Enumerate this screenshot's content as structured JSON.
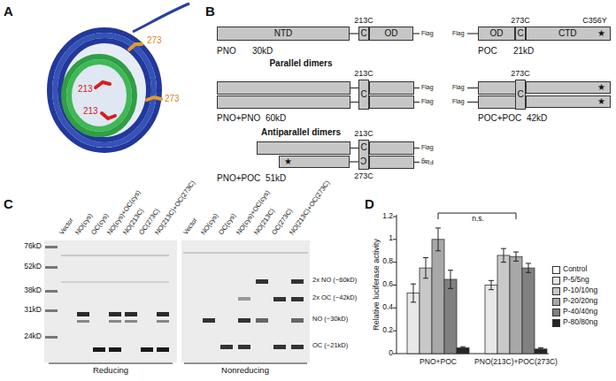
{
  "diagram": {
    "nodes": [
      {
        "text": [
          "NTD"
        ]
      },
      {
        "text": [
          "C"
        ]
      },
      {
        "text": [
          "OD"
        ]
      },
      {
        "text": [
          "OD"
        ]
      },
      {
        "text": [
          "C"
        ]
      },
      {
        "text": [
          "CTD",
          "★"
        ]
      },
      {
        "text": [
          "C"
        ]
      },
      {
        "text": [
          "C"
        ]
      },
      {
        "text": [
          "★"
        ]
      },
      {
        "text": [
          "★"
        ]
      },
      {
        "text": [
          "C",
          "C"
        ]
      },
      {
        "text": [
          "★"
        ]
      }
    ],
    "edges": [
      {
        "from": 0,
        "to": 1,
        "arrow": "none"
      },
      {
        "from": 11,
        "to": 10,
        "arrow": "none"
      }
    ],
    "labels": [
      "A",
      "213",
      "213",
      "273",
      "273",
      "B",
      "213C",
      "Flag",
      "PNO",
      "30kD",
      "Flag",
      "273C",
      "C356Y",
      "POC",
      "21kD",
      "Parallel dimers",
      "213C",
      "Flag",
      "Flag",
      "PNO+PNO",
      "60kD",
      "Flag",
      "Flag",
      "273C",
      "POC+POC",
      "42kD",
      "Antiparallel dimers",
      "213C",
      "Flag",
      "273C",
      "Flag",
      "PNO+POC",
      "51kD",
      "C",
      "76kD",
      "52kD",
      "38kD",
      "31kD",
      "24kD",
      "Vector",
      "NO(cys)",
      "OC(cys)",
      "NO(cys)+OC(cys)",
      "NO(213C)",
      "OC(273C)",
      "NO(213C)+OC(273C)",
      "Vector",
      "NO(cys)",
      "OC(cys)",
      "NO(cys)+OC(cys)",
      "NO(213C)",
      "OC(273C)",
      "NO(213C)+OC(273C)",
      "2x NO (~60kD)",
      "2x OC (~42kD)",
      "NO (~30kD)",
      "OC (~21kD)",
      "Reducing",
      "Nonreducing",
      "D",
      "1.2",
      "1",
      "0.8",
      "0.6",
      "0.4",
      "0.2",
      "0",
      "Relative luciferase activity",
      "PNO+POC",
      "PNO(213C)+POC(273C)",
      "n.s."
    ],
    "legend": [
      {
        "text": "Control",
        "color": "#ffffff"
      },
      {
        "text": "P-5/5ng",
        "color": "#e8e8e8"
      },
      {
        "text": "P-10/10ng",
        "color": "#c8c8c8"
      },
      {
        "text": "P-20/20ng",
        "color": "#a8a8a8"
      },
      {
        "text": "P-40/40ng",
        "color": "#808080"
      },
      {
        "text": "P-80/80ng",
        "color": "#262626"
      }
    ]
  }
}
